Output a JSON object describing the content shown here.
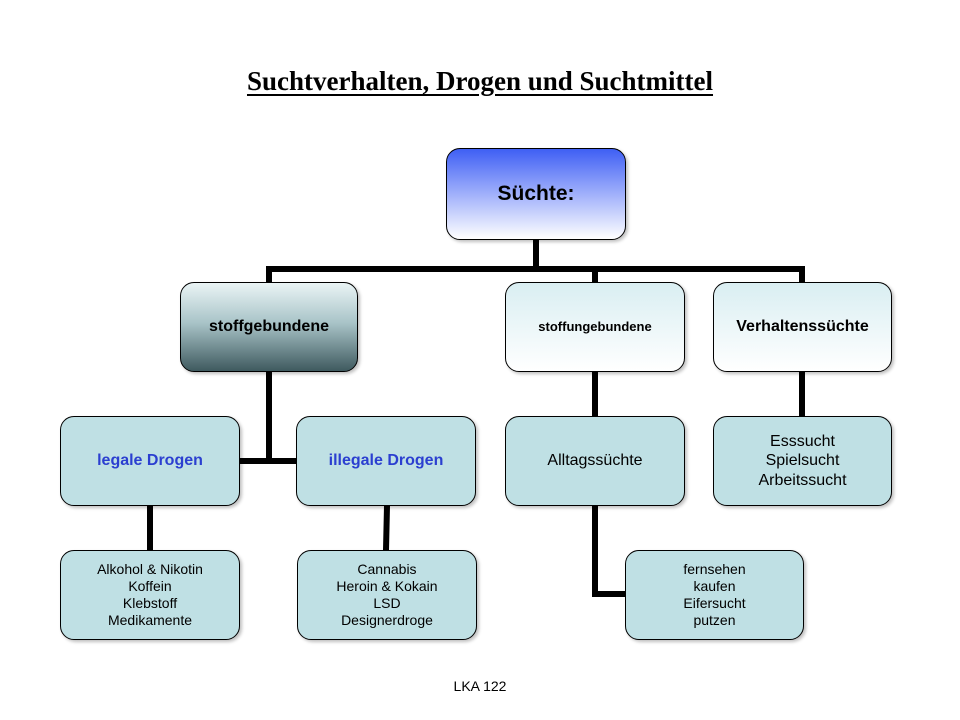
{
  "title": "Suchtverhalten, Drogen und Suchtmittel",
  "footer": "LKA 122",
  "nodes": {
    "root": "Süchte:",
    "stoffgebundene": "stoffgebundene",
    "stoffungebundene": "stoffungebundene",
    "verhaltenssuechte": "Verhaltenssüchte",
    "legale_drogen": "legale Drogen",
    "illegale_drogen": "illegale Drogen",
    "alltagssuechte": "Alltagssüchte",
    "verhaltens_liste": "Esssucht\nSpielsucht\nArbeitssucht",
    "legale_liste": "Alkohol & Nikotin\nKoffein\nKlebstoff\nMedikamente",
    "illegale_liste": "Cannabis\nHeroin & Kokain\nLSD\nDesignerdroge",
    "alltags_liste": "fernsehen\nkaufen\nEifersucht\nputzen"
  },
  "colors": {
    "root_accent": "#3f5ff4",
    "drug_label": "#2b3fd0",
    "leaf_fill": "#bfe0e4",
    "connector": "#000000"
  }
}
